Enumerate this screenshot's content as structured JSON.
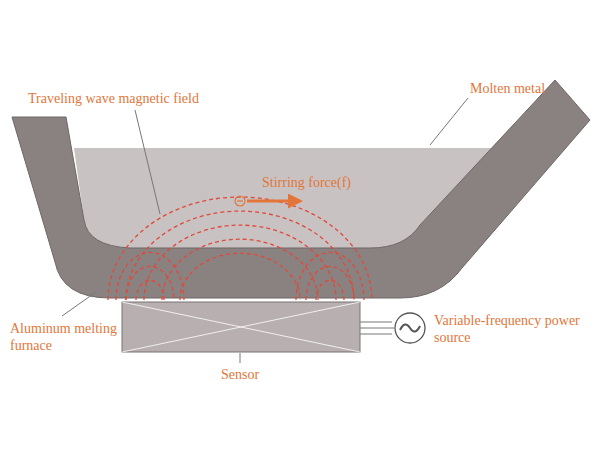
{
  "diagram": {
    "labels": [
      "Traveling wave magnetic field",
      "Molten metal",
      "Stirring force(f)",
      "Aluminum melting furnace",
      "Sensor",
      "Variable-frequency power source"
    ]
  }
}
